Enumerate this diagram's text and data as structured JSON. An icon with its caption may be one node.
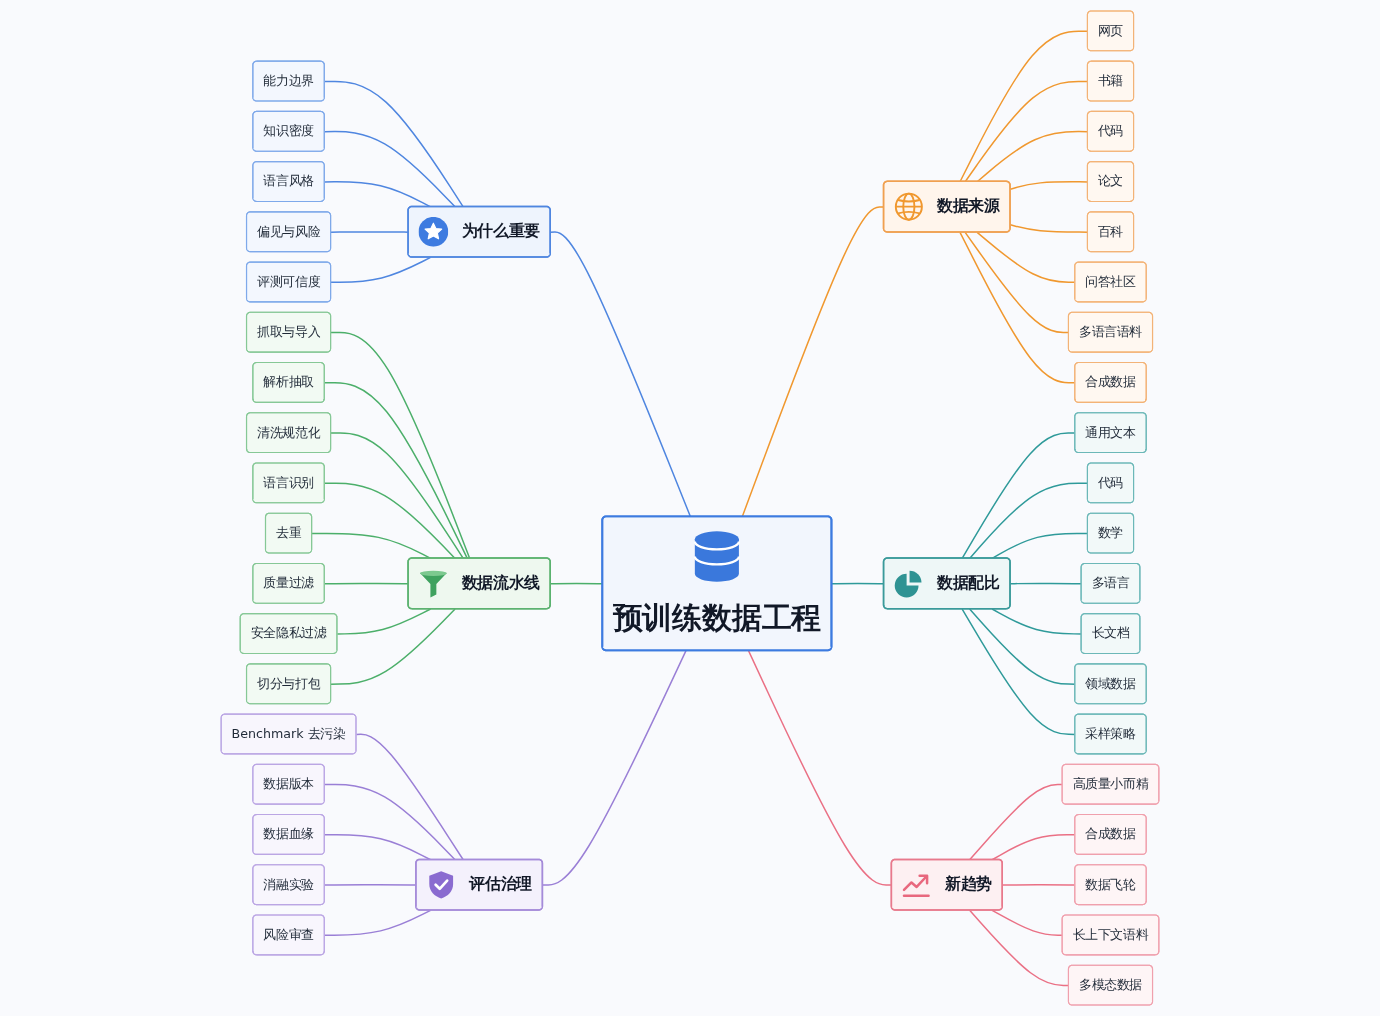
{
  "diagram": {
    "nodes": [
      {
        "text": [
          "预训练数据工程"
        ]
      },
      {
        "text": [
          "为什么重要"
        ]
      },
      {
        "text": [
          "能力边界"
        ]
      },
      {
        "text": [
          "知识密度"
        ]
      },
      {
        "text": [
          "语言风格"
        ]
      },
      {
        "text": [
          "偏见与风险"
        ]
      },
      {
        "text": [
          "评测可信度"
        ]
      },
      {
        "text": [
          "数据来源"
        ]
      },
      {
        "text": [
          "网页"
        ]
      },
      {
        "text": [
          "书籍"
        ]
      },
      {
        "text": [
          "代码"
        ]
      },
      {
        "text": [
          "论文"
        ]
      },
      {
        "text": [
          "百科"
        ]
      },
      {
        "text": [
          "问答社区"
        ]
      },
      {
        "text": [
          "多语言语料"
        ]
      },
      {
        "text": [
          "合成数据"
        ]
      },
      {
        "text": [
          "数据流水线"
        ]
      },
      {
        "text": [
          "抓取与导入"
        ]
      },
      {
        "text": [
          "解析抽取"
        ]
      },
      {
        "text": [
          "清洗规范化"
        ]
      },
      {
        "text": [
          "语言识别"
        ]
      },
      {
        "text": [
          "去重"
        ]
      },
      {
        "text": [
          "质量过滤"
        ]
      },
      {
        "text": [
          "安全隐私过滤"
        ]
      },
      {
        "text": [
          "切分与打包"
        ]
      },
      {
        "text": [
          "数据配比"
        ]
      },
      {
        "text": [
          "通用文本"
        ]
      },
      {
        "text": [
          "代码"
        ]
      },
      {
        "text": [
          "数学"
        ]
      },
      {
        "text": [
          "多语言"
        ]
      },
      {
        "text": [
          "长文档"
        ]
      },
      {
        "text": [
          "领域数据"
        ]
      },
      {
        "text": [
          "采样策略"
        ]
      },
      {
        "text": [
          "评估治理"
        ]
      },
      {
        "text": [
          "Benchmark 去污染"
        ]
      },
      {
        "text": [
          "数据版本"
        ]
      },
      {
        "text": [
          "数据血缘"
        ]
      },
      {
        "text": [
          "消融实验"
        ]
      },
      {
        "text": [
          "风险审查"
        ]
      },
      {
        "text": [
          "新趋势"
        ]
      },
      {
        "text": [
          "高质量小而精"
        ]
      },
      {
        "text": [
          "合成数据"
        ]
      },
      {
        "text": [
          "数据飞轮"
        ]
      },
      {
        "text": [
          "长上下文语料"
        ]
      },
      {
        "text": [
          "多模态数据"
        ]
      }
    ],
    "edges": [
      {
        "from": 1,
        "to": 0,
        "arrow": "none",
        "color": "#4f86e0"
      },
      {
        "from": 2,
        "to": 1,
        "arrow": "none",
        "color": "#4f86e0"
      },
      {
        "from": 3,
        "to": 1,
        "arrow": "none",
        "color": "#4f86e0"
      },
      {
        "from": 4,
        "to": 1,
        "arrow": "none",
        "color": "#4f86e0"
      },
      {
        "from": 5,
        "to": 1,
        "arrow": "none",
        "color": "#4f86e0"
      },
      {
        "from": 6,
        "to": 1,
        "arrow": "none",
        "color": "#4f86e0"
      },
      {
        "from": 0,
        "to": 7,
        "arrow": "none",
        "color": "#f0982f"
      },
      {
        "from": 7,
        "to": 8,
        "arrow": "none",
        "color": "#f0982f"
      },
      {
        "from": 7,
        "to": 9,
        "arrow": "none",
        "color": "#f0982f"
      },
      {
        "from": 7,
        "to": 10,
        "arrow": "none",
        "color": "#f0982f"
      },
      {
        "from": 7,
        "to": 11,
        "arrow": "none",
        "color": "#f0982f"
      },
      {
        "from": 7,
        "to": 12,
        "arrow": "none",
        "color": "#f0982f"
      },
      {
        "from": 7,
        "to": 13,
        "arrow": "none",
        "color": "#f0982f"
      },
      {
        "from": 7,
        "to": 14,
        "arrow": "none",
        "color": "#f0982f"
      },
      {
        "from": 7,
        "to": 15,
        "arrow": "none",
        "color": "#f0982f"
      },
      {
        "from": 16,
        "to": 0,
        "arrow": "none",
        "color": "#4caf6a"
      },
      {
        "from": 17,
        "to": 16,
        "arrow": "none",
        "color": "#4caf6a"
      },
      {
        "from": 18,
        "to": 16,
        "arrow": "none",
        "color": "#4caf6a"
      },
      {
        "from": 19,
        "to": 16,
        "arrow": "none",
        "color": "#4caf6a"
      },
      {
        "from": 20,
        "to": 16,
        "arrow": "none",
        "color": "#4caf6a"
      },
      {
        "from": 21,
        "to": 16,
        "arrow": "none",
        "color": "#4caf6a"
      },
      {
        "from": 22,
        "to": 16,
        "arrow": "none",
        "color": "#4caf6a"
      },
      {
        "from": 23,
        "to": 16,
        "arrow": "none",
        "color": "#4caf6a"
      },
      {
        "from": 24,
        "to": 16,
        "arrow": "none",
        "color": "#4caf6a"
      },
      {
        "from": 0,
        "to": 25,
        "arrow": "none",
        "color": "#2f9a9a"
      },
      {
        "from": 25,
        "to": 26,
        "arrow": "none",
        "color": "#2f9a9a"
      },
      {
        "from": 25,
        "to": 27,
        "arrow": "none",
        "color": "#2f9a9a"
      },
      {
        "from": 25,
        "to": 28,
        "arrow": "none",
        "color": "#2f9a9a"
      },
      {
        "from": 25,
        "to": 29,
        "arrow": "none",
        "color": "#2f9a9a"
      },
      {
        "from": 25,
        "to": 30,
        "arrow": "none",
        "color": "#2f9a9a"
      },
      {
        "from": 25,
        "to": 31,
        "arrow": "none",
        "color": "#2f9a9a"
      },
      {
        "from": 25,
        "to": 32,
        "arrow": "none",
        "color": "#2f9a9a"
      },
      {
        "from": 33,
        "to": 0,
        "arrow": "none",
        "color": "#9a7fd6"
      },
      {
        "from": 34,
        "to": 33,
        "arrow": "none",
        "color": "#9a7fd6"
      },
      {
        "from": 35,
        "to": 33,
        "arrow": "none",
        "color": "#9a7fd6"
      },
      {
        "from": 36,
        "to": 33,
        "arrow": "none",
        "color": "#9a7fd6"
      },
      {
        "from": 37,
        "to": 33,
        "arrow": "none",
        "color": "#9a7fd6"
      },
      {
        "from": 38,
        "to": 33,
        "arrow": "none",
        "color": "#9a7fd6"
      },
      {
        "from": 0,
        "to": 39,
        "arrow": "none",
        "color": "#ea7085"
      },
      {
        "from": 39,
        "to": 40,
        "arrow": "none",
        "color": "#ea7085"
      },
      {
        "from": 39,
        "to": 41,
        "arrow": "none",
        "color": "#ea7085"
      },
      {
        "from": 39,
        "to": 42,
        "arrow": "none",
        "color": "#ea7085"
      },
      {
        "from": 39,
        "to": 43,
        "arrow": "none",
        "color": "#ea7085"
      },
      {
        "from": 39,
        "to": 44,
        "arrow": "none",
        "color": "#ea7085"
      }
    ]
  }
}
